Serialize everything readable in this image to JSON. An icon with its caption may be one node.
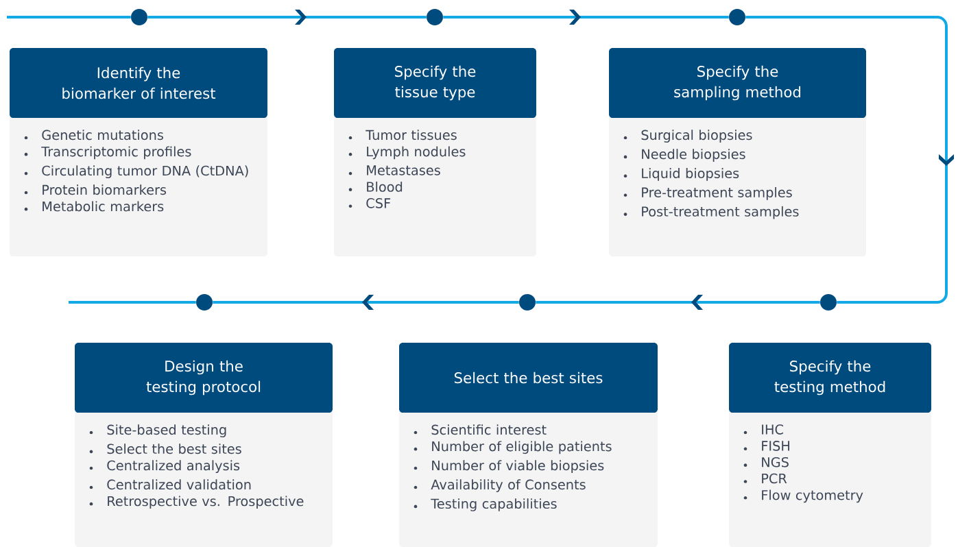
{
  "diagram": {
    "nodes": [
      {
        "text": [
          "Identify the biomarker of interest",
          "Genetic mutations",
          "Transcriptomic profiles",
          "Circulating tumor DNA (CtDNA)",
          "Protein biomarkers",
          "Metabolic markers"
        ]
      },
      {
        "text": [
          "Specify the tissue type",
          "Tumor tissues",
          "Lymph nodules",
          "Metastases",
          "Blood",
          "CSF"
        ]
      },
      {
        "text": [
          "Specify the sampling method",
          "Surgical biopsies",
          "Needle biopsies",
          "Liquid biopsies",
          "Pre-treatment samples",
          "Post-treatment samples"
        ]
      },
      {
        "text": [
          "Design the testing protocol",
          "Site-based testing",
          "Select the best sites",
          "Centralized analysis",
          "Centralized validation",
          "Retrospective vs. Prospective"
        ]
      },
      {
        "text": [
          "Select the best sites",
          "Scientific interest",
          "Number of eligible patients",
          "Number of viable biopsies",
          "Availability of Consents",
          "Testing capabilities"
        ]
      },
      {
        "text": [
          "Specify the testing method",
          "IHC",
          "FISH",
          "NGS",
          "PCR",
          "Flow cytometry"
        ]
      },
      {
        "text": [],
        "shape": "circle"
      },
      {
        "text": [],
        "shape": "circle"
      },
      {
        "text": [],
        "shape": "circle"
      },
      {
        "text": [],
        "shape": "circle"
      },
      {
        "text": [],
        "shape": "circle"
      },
      {
        "text": [],
        "shape": "circle"
      }
    ],
    "edges": [
      {
        "from": null,
        "to": 6,
        "arrow": "none"
      },
      {
        "from": 6,
        "to": 7,
        "arrow": "to"
      },
      {
        "from": 7,
        "to": 8,
        "arrow": "to"
      },
      {
        "from": 8,
        "to": 11,
        "arrow": "to"
      },
      {
        "from": 11,
        "to": 10,
        "arrow": "to"
      },
      {
        "from": 10,
        "to": 9,
        "arrow": "to"
      },
      {
        "from": 9,
        "to": null,
        "arrow": "none"
      }
    ]
  }
}
